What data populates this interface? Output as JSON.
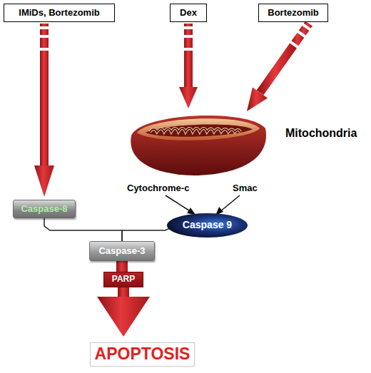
{
  "diagram": {
    "nodes": [
      {
        "text": [
          "IMiDs, Bortezomib"
        ]
      },
      {
        "text": [
          "Dex"
        ]
      },
      {
        "text": [
          "Bortezomib"
        ]
      },
      {
        "text": [
          "Mitochondria"
        ]
      },
      {
        "text": [
          "Caspase-8"
        ]
      },
      {
        "text": [
          "Caspase 9"
        ]
      },
      {
        "text": [
          "Caspase-3"
        ]
      },
      {
        "text": [
          "PARP"
        ]
      },
      {
        "text": [
          "APOPTOSIS"
        ]
      }
    ],
    "edges": [
      {
        "from": 0,
        "to": 4,
        "arrow": "to"
      },
      {
        "from": 1,
        "to": 3,
        "arrow": "to"
      },
      {
        "from": 2,
        "to": 3,
        "arrow": "to"
      },
      {
        "from": 4,
        "to": 6,
        "arrow": "none"
      },
      {
        "from": 5,
        "to": 6,
        "arrow": "none"
      },
      {
        "from": 6,
        "to": 7,
        "arrow": "none"
      },
      {
        "from": 7,
        "to": 8,
        "arrow": "to"
      }
    ],
    "labels": [
      "Cytochrome-c",
      "Smac"
    ]
  }
}
